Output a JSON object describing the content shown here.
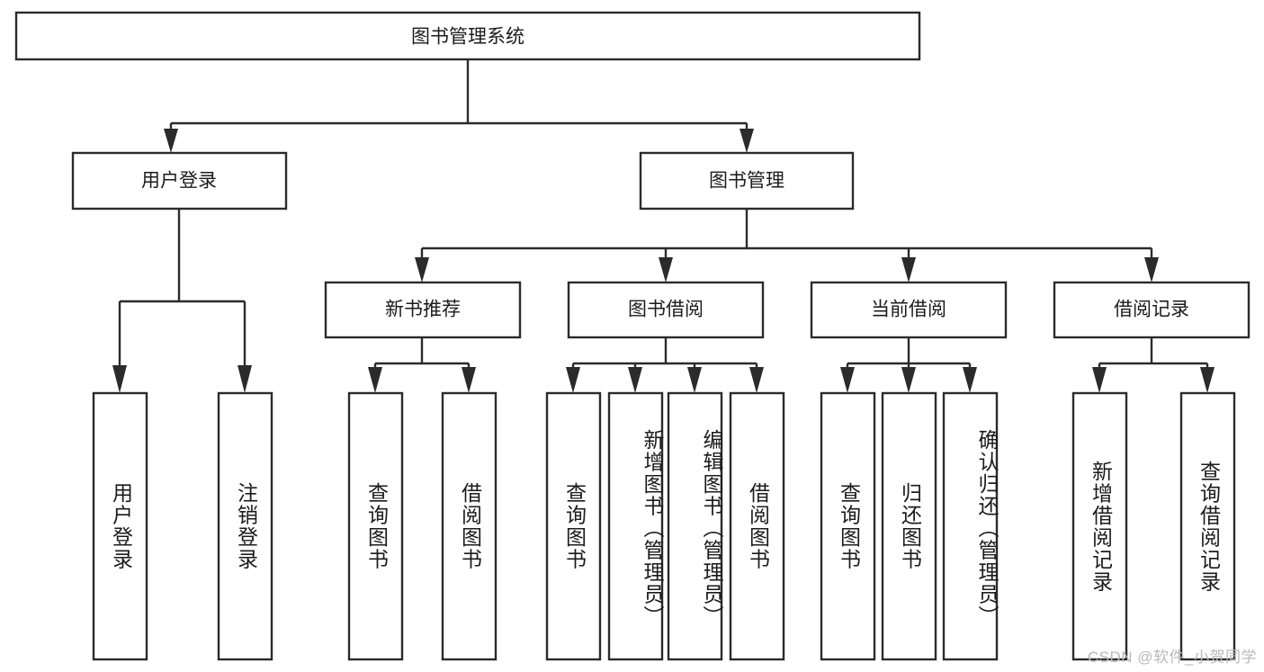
{
  "diagram": {
    "title": "图书管理系统",
    "type": "tree-hierarchy-diagram",
    "colors": {
      "box_stroke": "#2b2b2b",
      "box_fill": "#ffffff",
      "text": "#1b1b1b",
      "watermark": "#b9b9b9",
      "background": "#ffffff"
    },
    "root": {
      "label": "图书管理系统"
    },
    "level2": [
      {
        "label": "用户登录"
      },
      {
        "label": "图书管理"
      }
    ],
    "level3": [
      {
        "label": "新书推荐"
      },
      {
        "label": "图书借阅"
      },
      {
        "label": "当前借阅"
      },
      {
        "label": "借阅记录"
      }
    ],
    "leaves": {
      "user_login": [
        {
          "label": "用户登录"
        },
        {
          "label": "注销登录"
        }
      ],
      "new_book_recommend": [
        {
          "label": "查询图书"
        },
        {
          "label": "借阅图书"
        }
      ],
      "book_borrow": [
        {
          "label": "查询图书"
        },
        {
          "label": "新增图书（管理员）"
        },
        {
          "label": "编辑图书（管理员）"
        },
        {
          "label": "借阅图书"
        }
      ],
      "current_borrow": [
        {
          "label": "查询图书"
        },
        {
          "label": "归还图书"
        },
        {
          "label": "确认归还（管理员）"
        }
      ],
      "borrow_records": [
        {
          "label": "新增借阅记录"
        },
        {
          "label": "查询借阅记录"
        }
      ]
    }
  },
  "watermark": {
    "text": "CSDN @软件_小贺同学"
  }
}
